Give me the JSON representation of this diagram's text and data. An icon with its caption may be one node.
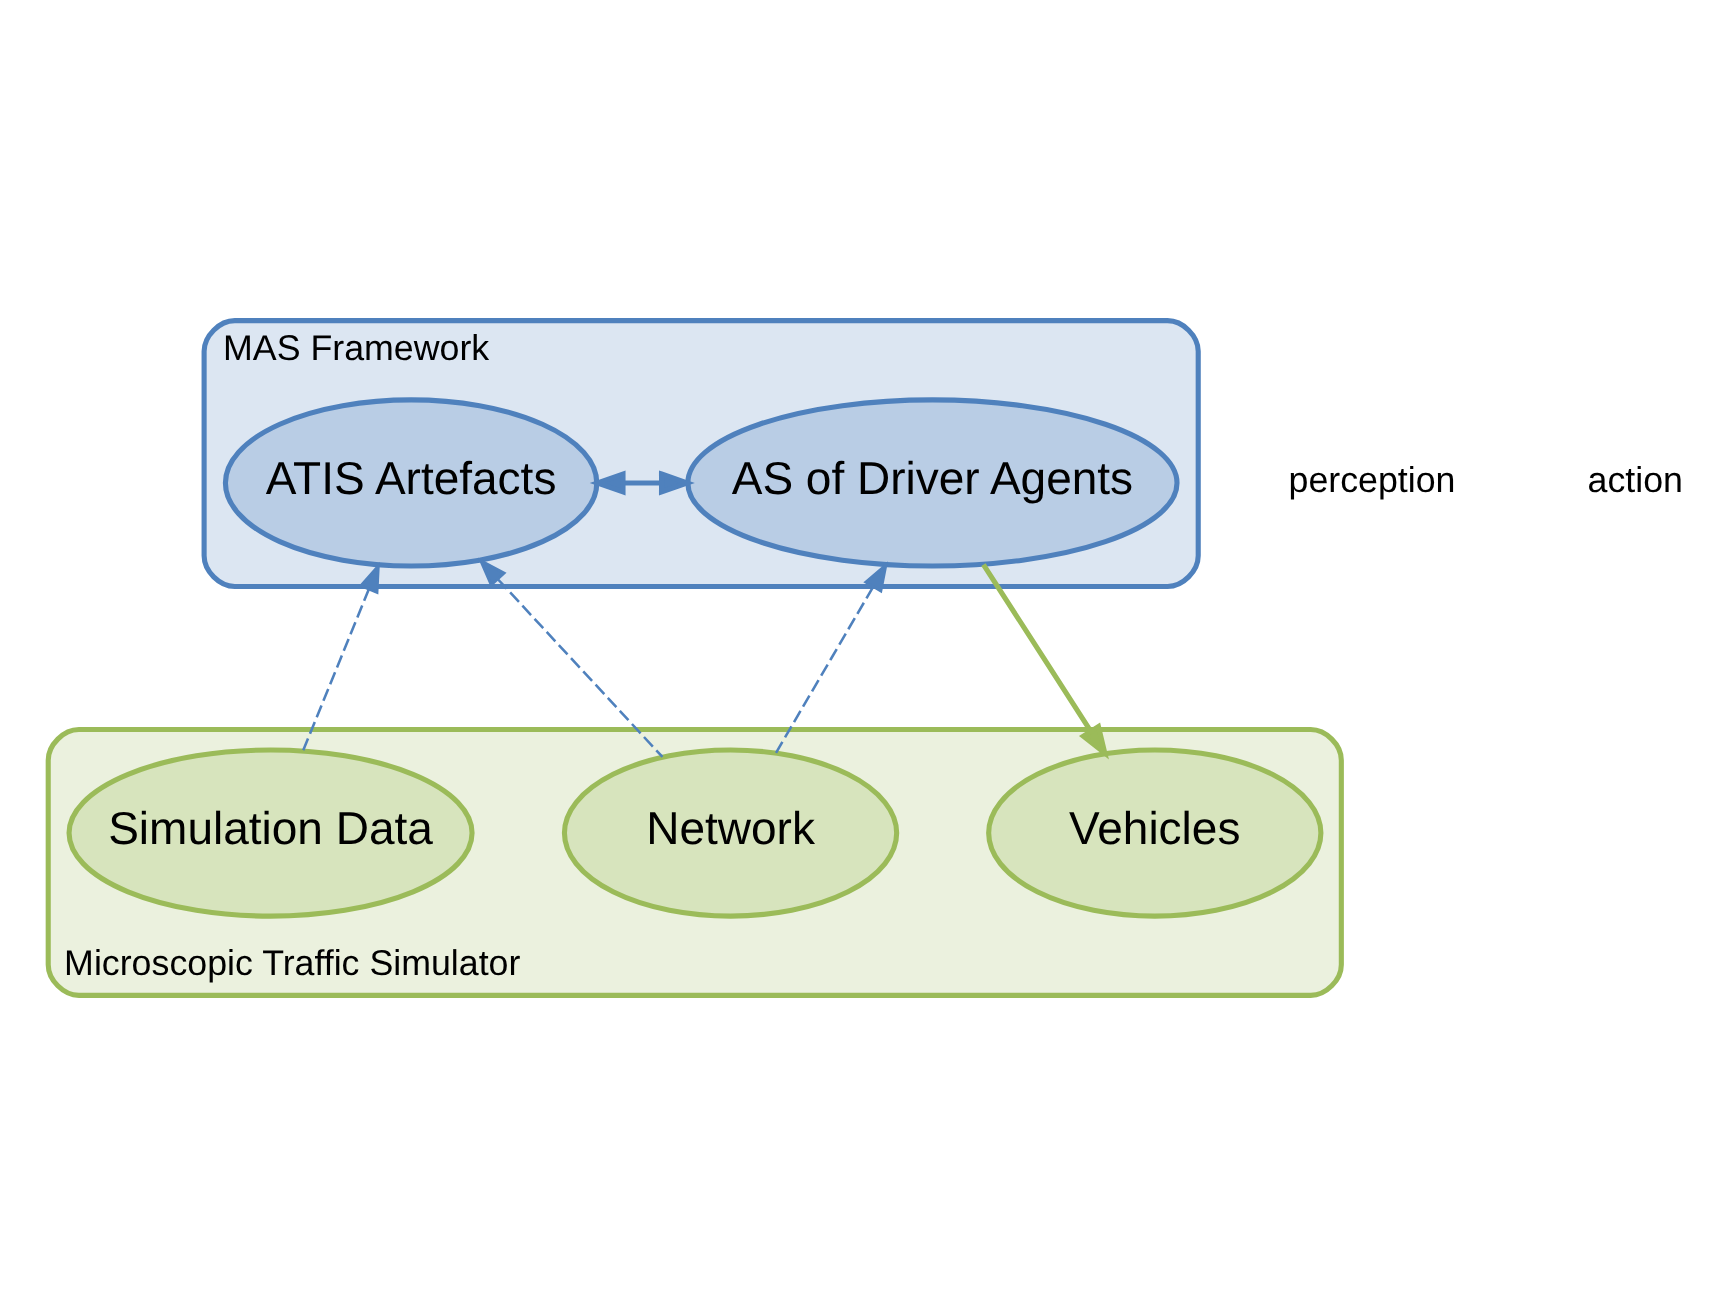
{
  "diagram": {
    "nodes": [
      {
        "text": [
          "MAS Framework"
        ]
      },
      {
        "text": [
          "AS of Driver Agents"
        ],
        "in": 0
      },
      {
        "text": [
          "ATIS Artefacts"
        ],
        "in": 0
      },
      {
        "text": [
          "Microscopic Traffic Simulator"
        ]
      },
      {
        "text": [
          "Vehicles"
        ],
        "in": 3
      },
      {
        "text": [
          "Simulation Data"
        ],
        "in": 3
      },
      {
        "text": [
          "Network"
        ],
        "in": 3
      }
    ],
    "edges": [
      {
        "from": 1,
        "to": 2,
        "arrow": "both"
      },
      {
        "from": 1,
        "to": 4,
        "arrow": "to",
        "color": "#9bbb59"
      },
      {
        "from": 5,
        "to": 2,
        "arrow": "to",
        "style": "dashed"
      },
      {
        "from": 6,
        "to": 1,
        "arrow": "to",
        "style": "dashed"
      },
      {
        "from": 6,
        "to": 2,
        "arrow": "to",
        "style": "dashed"
      }
    ],
    "legend": [
      {
        "text": "perception"
      },
      {
        "text": "action"
      }
    ]
  }
}
